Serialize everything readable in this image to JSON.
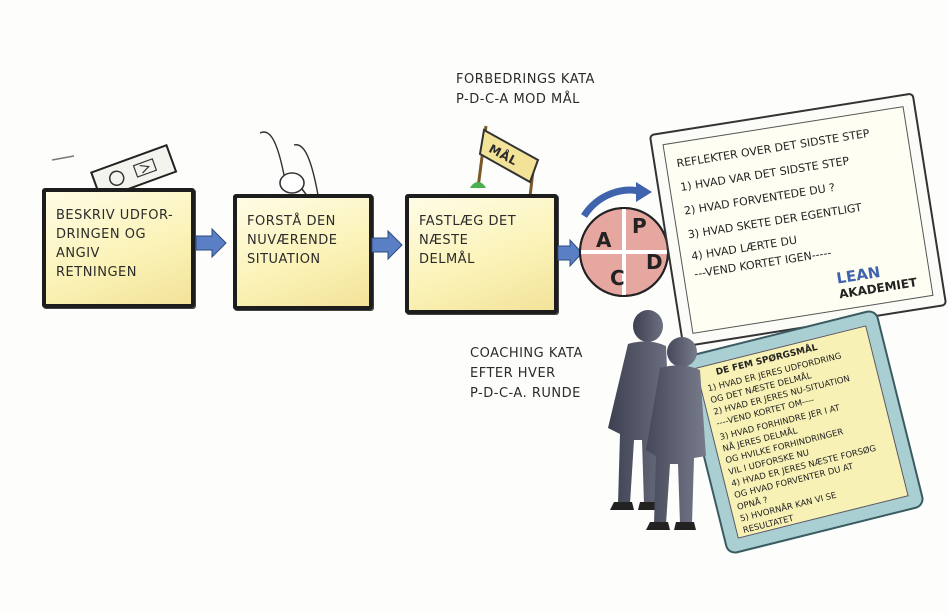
{
  "steps": [
    {
      "label": "BESKRIV UDFOR-\nDRINGEN OG\nANGIV RETNINGEN"
    },
    {
      "label": "FORSTÅ DEN\nNUVÆRENDE\nSITUATION"
    },
    {
      "label": "FASTLÆG DET\nNÆSTE\nDELMÅL"
    }
  ],
  "forbedrings": {
    "line1": "FORBEDRINGS KATA",
    "line2": "P-D-C-A MOD MÅL"
  },
  "flag_label": "MÅL",
  "pdca": {
    "p": "P",
    "d": "D",
    "c": "C",
    "a": "A"
  },
  "coaching": {
    "line1": "COACHING KATA",
    "line2": "EFTER HVER",
    "line3": "P-D-C-A. RUNDE"
  },
  "reflect_card": {
    "lines": [
      "REFLEKTER OVER DET SIDSTE STEP",
      "1) HVAD VAR DET SIDSTE STEP",
      "2) HVAD FORVENTEDE DU ?",
      "3) HVAD SKETE DER EGENTLIGT",
      "4) HVAD LÆRTE DU",
      "---VEND KORTET IGEN-----"
    ],
    "logo_top": "LEAN",
    "logo_bottom": "AKADEMIET"
  },
  "questions_card": {
    "title": "DE FEM SPØRGSMÅL",
    "lines": [
      "1) HVAD ER JERES UDFORDRING",
      "OG DET NÆSTE DELMÅL",
      "2) HVAD ER JERES NU-SITUATION",
      "----VEND KORTET OM----",
      "3) HVAD FORHINDRE JER I AT",
      "NÅ JERES DELMÅL",
      "OG HVILKE FORHINDRINGER",
      "VIL I UDFORSKE NU",
      "4) HVAD ER JERES NÆSTE FORSØG",
      "OG HVAD FORVENTER DU AT",
      "OPNÅ ?",
      "5) HVORNÅR KAN VI SE",
      "RESULTATET"
    ]
  },
  "colors": {
    "box_fill": "#fbf3b8",
    "arrow_blue": "#5b7fc4",
    "pdca_red": "#e6a7a0",
    "card_teal": "#a9cfd2"
  }
}
